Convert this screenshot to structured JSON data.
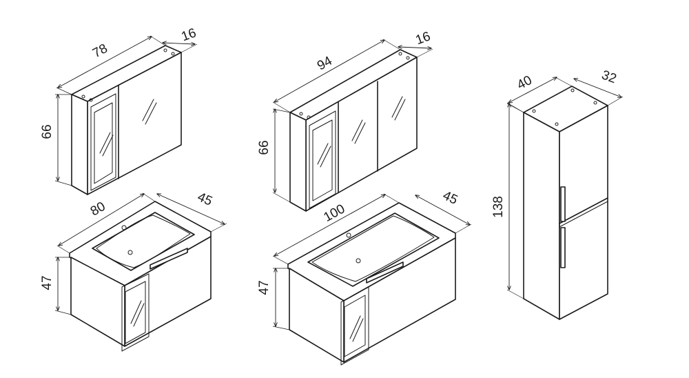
{
  "dimensions": {
    "mirror_small": {
      "width": "78",
      "depth": "16",
      "height": "66"
    },
    "mirror_large": {
      "width": "94",
      "depth": "16",
      "height": "66"
    },
    "vanity_small": {
      "width": "80",
      "depth": "45",
      "height": "47"
    },
    "vanity_large": {
      "width": "100",
      "depth": "45",
      "height": "47"
    },
    "tall_column": {
      "width": "40",
      "depth": "32",
      "height": "138"
    }
  }
}
